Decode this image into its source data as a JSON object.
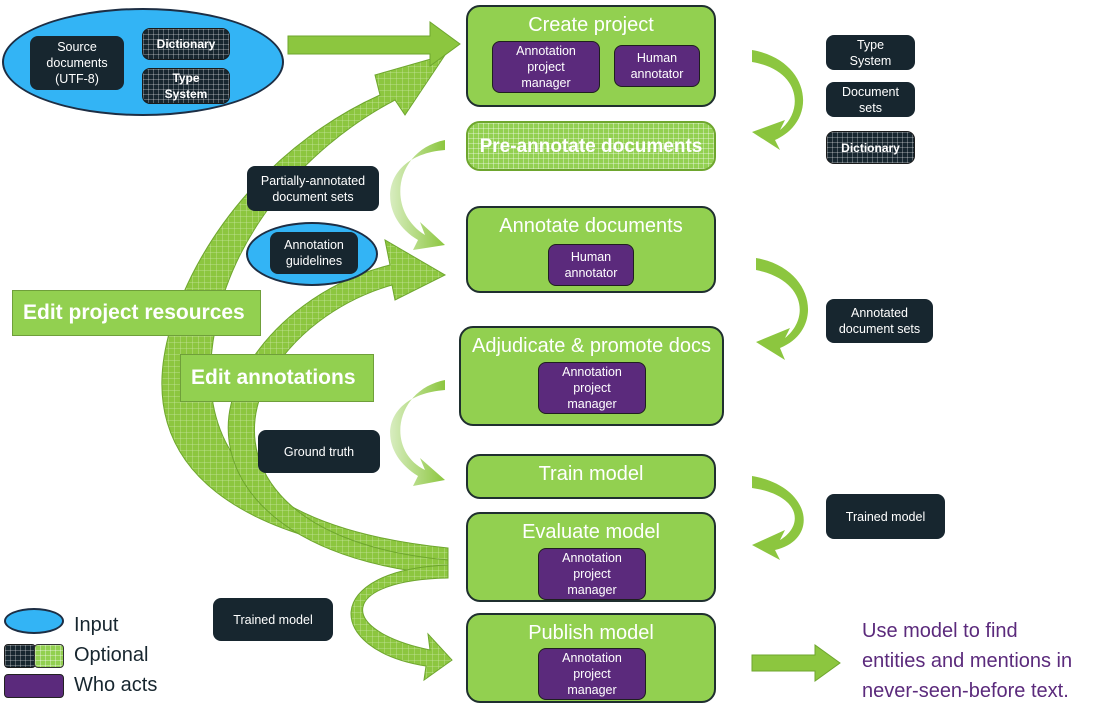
{
  "input": {
    "source_documents": "Source documents (UTF-8)",
    "dictionary": "Dictionary",
    "type_system": "Type System"
  },
  "steps": {
    "create_project": {
      "title": "Create project",
      "roles": [
        "Annotation project manager",
        "Human annotator"
      ]
    },
    "pre_annotate": {
      "title": "Pre-annotate documents"
    },
    "annotate": {
      "title": "Annotate documents",
      "roles": [
        "Human annotator"
      ]
    },
    "adjudicate": {
      "title": "Adjudicate & promote docs",
      "roles": [
        "Annotation project manager"
      ]
    },
    "train": {
      "title": "Train model"
    },
    "evaluate": {
      "title": "Evaluate model",
      "roles": [
        "Annotation project manager"
      ]
    },
    "publish": {
      "title": "Publish model",
      "roles": [
        "Annotation project manager"
      ]
    }
  },
  "outputs": {
    "type_system": "Type System",
    "document_sets": "Document sets",
    "dictionary": "Dictionary",
    "annotated_sets": "Annotated document sets",
    "trained_model_right": "Trained model",
    "trained_model_left": "Trained model"
  },
  "side": {
    "partial_sets": "Partially-annotated document sets",
    "guidelines": "Annotation guidelines",
    "edit_resources": "Edit project resources",
    "edit_annotations": "Edit annotations",
    "ground_truth": "Ground truth"
  },
  "final_note": [
    "Use model to find",
    "entities and mentions in",
    "never-seen-before text."
  ],
  "legend": {
    "input": "Input",
    "optional": "Optional",
    "who_acts": "Who acts"
  },
  "colors": {
    "step_green": "#92d050",
    "arrow_green": "#8cc63f",
    "role_purple": "#5b2a7c",
    "dark_box": "#17262f",
    "input_blue": "#33b4f5"
  }
}
